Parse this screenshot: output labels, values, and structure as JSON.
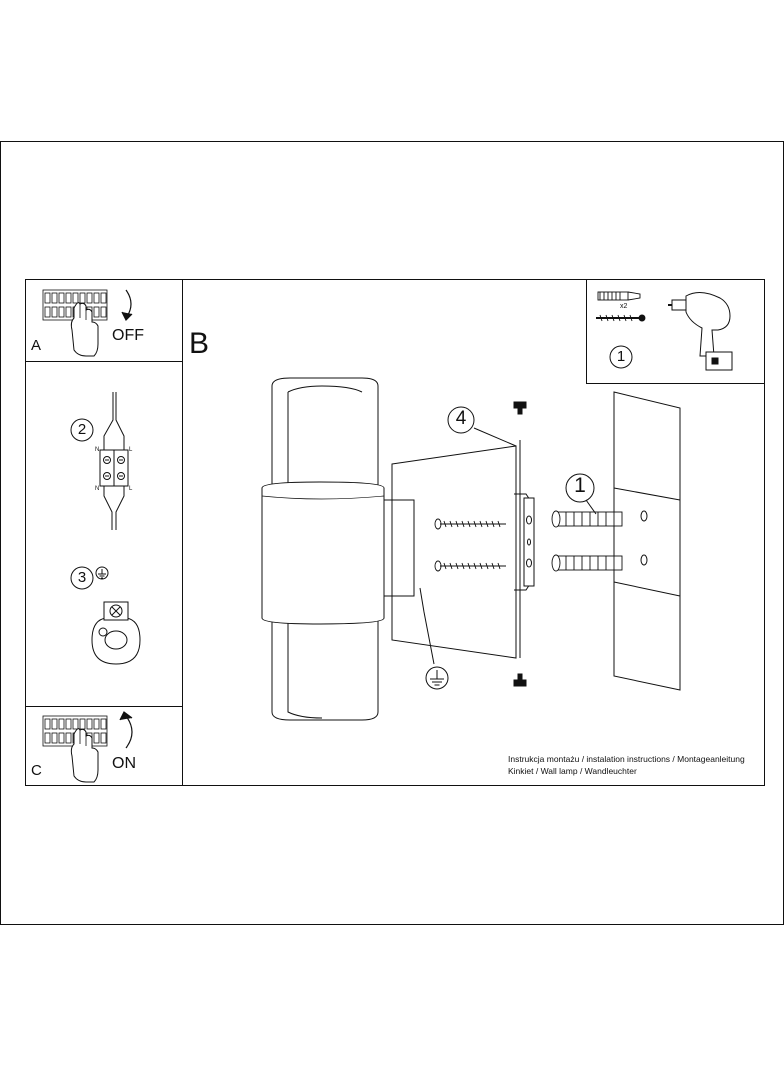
{
  "steps": {
    "a": {
      "letter": "A",
      "state": "OFF"
    },
    "b": {
      "letter": "B"
    },
    "c": {
      "letter": "C",
      "state": "ON"
    }
  },
  "callouts": {
    "drill_kit": "1",
    "wiring": "2",
    "earth": "3",
    "bracket": "4",
    "dowels": "1"
  },
  "kit": {
    "quantity": "x2"
  },
  "terminal": {
    "n_top": "N",
    "l_top": "L",
    "n_bottom": "N",
    "l_bottom": "L"
  },
  "caption": {
    "line1": "Instrukcja montażu / instalation instructions / Montageanleitung",
    "line2": "Kinkiet / Wall lamp / Wandleuchter"
  }
}
